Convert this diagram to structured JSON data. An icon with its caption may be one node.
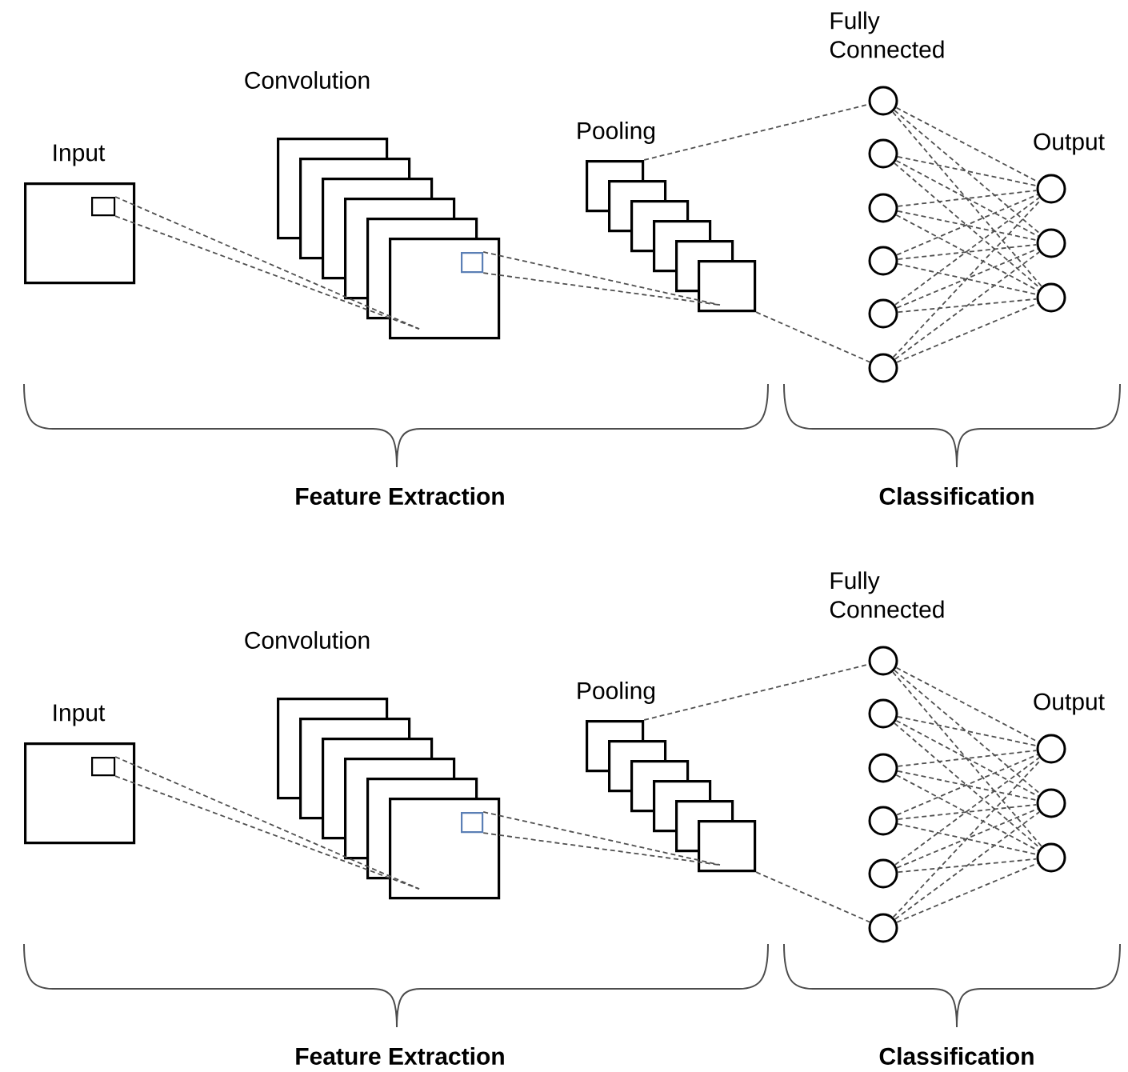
{
  "diagram": {
    "nodes": [
      {
        "text": [
          "Input"
        ]
      },
      {
        "text": [],
        "shape": "box",
        "in": 0
      },
      {
        "text": [
          "Convolution"
        ]
      },
      {
        "text": [],
        "shape": "box"
      },
      {
        "text": [],
        "shape": "box"
      },
      {
        "text": [],
        "shape": "box"
      },
      {
        "text": [],
        "shape": "box"
      },
      {
        "text": [],
        "shape": "box"
      },
      {
        "text": [],
        "shape": "box",
        "in": 7
      },
      {
        "text": [
          "Pooling"
        ]
      },
      {
        "text": [],
        "shape": "box"
      },
      {
        "text": [],
        "shape": "box"
      },
      {
        "text": [],
        "shape": "box"
      },
      {
        "text": [],
        "shape": "box"
      },
      {
        "text": [],
        "shape": "box"
      },
      {
        "text": [
          "Fully Connected"
        ]
      },
      {
        "text": [],
        "shape": "circle"
      },
      {
        "text": [],
        "shape": "circle"
      },
      {
        "text": [],
        "shape": "circle"
      },
      {
        "text": [],
        "shape": "circle"
      },
      {
        "text": [],
        "shape": "circle"
      },
      {
        "text": [
          "Output"
        ]
      },
      {
        "text": [],
        "shape": "circle"
      },
      {
        "text": [],
        "shape": "circle"
      },
      {
        "text": [
          "Input"
        ]
      },
      {
        "text": [],
        "shape": "box",
        "in": 24
      },
      {
        "text": [
          "Convolution"
        ]
      },
      {
        "text": [],
        "shape": "box"
      },
      {
        "text": [],
        "shape": "box"
      },
      {
        "text": [],
        "shape": "box"
      },
      {
        "text": [],
        "shape": "box"
      },
      {
        "text": [],
        "shape": "box"
      },
      {
        "text": [],
        "shape": "box",
        "in": 31
      },
      {
        "text": [
          "Pooling"
        ]
      },
      {
        "text": [],
        "shape": "box"
      },
      {
        "text": [],
        "shape": "box"
      },
      {
        "text": [],
        "shape": "box"
      },
      {
        "text": [],
        "shape": "box"
      },
      {
        "text": [],
        "shape": "box"
      },
      {
        "text": [
          "Fully Connected"
        ]
      },
      {
        "text": [],
        "shape": "circle"
      },
      {
        "text": [],
        "shape": "circle"
      },
      {
        "text": [],
        "shape": "circle"
      },
      {
        "text": [],
        "shape": "circle"
      },
      {
        "text": [],
        "shape": "circle"
      },
      {
        "text": [
          "Output"
        ]
      },
      {
        "text": [],
        "shape": "circle"
      },
      {
        "text": [],
        "shape": "circle"
      }
    ],
    "edges": [
      {
        "from": 1,
        "to": 7,
        "arrow": "none",
        "style": "dashed"
      },
      {
        "from": 1,
        "to": 7,
        "arrow": "none",
        "style": "dashed"
      },
      {
        "from": 8,
        "to": 14,
        "arrow": "none",
        "style": "dashed"
      },
      {
        "from": 8,
        "to": 14,
        "arrow": "none",
        "style": "dashed"
      },
      {
        "from": 9,
        "to": 15,
        "arrow": "none",
        "style": "dashed"
      },
      {
        "from": 14,
        "to": 20,
        "arrow": "none",
        "style": "dashed"
      },
      {
        "from": 15,
        "to": 21,
        "arrow": "none",
        "style": "dashed"
      },
      {
        "from": 15,
        "to": 22,
        "arrow": "none",
        "style": "dashed"
      },
      {
        "from": 15,
        "to": 23,
        "arrow": "none",
        "style": "dashed"
      },
      {
        "from": 16,
        "to": 21,
        "arrow": "none",
        "style": "dashed"
      },
      {
        "from": 16,
        "to": 22,
        "arrow": "none",
        "style": "dashed"
      },
      {
        "from": 16,
        "to": 23,
        "arrow": "none",
        "style": "dashed"
      },
      {
        "from": 17,
        "to": 21,
        "arrow": "none",
        "style": "dashed"
      },
      {
        "from": 17,
        "to": 22,
        "arrow": "none",
        "style": "dashed"
      },
      {
        "from": 17,
        "to": 23,
        "arrow": "none",
        "style": "dashed"
      },
      {
        "from": 18,
        "to": 21,
        "arrow": "none",
        "style": "dashed"
      },
      {
        "from": 18,
        "to": 22,
        "arrow": "none",
        "style": "dashed"
      },
      {
        "from": 18,
        "to": 23,
        "arrow": "none",
        "style": "dashed"
      },
      {
        "from": 19,
        "to": 21,
        "arrow": "none",
        "style": "dashed"
      },
      {
        "from": 19,
        "to": 22,
        "arrow": "none",
        "style": "dashed"
      },
      {
        "from": 19,
        "to": 23,
        "arrow": "none",
        "style": "dashed"
      },
      {
        "from": 20,
        "to": 21,
        "arrow": "none",
        "style": "dashed"
      },
      {
        "from": 20,
        "to": 22,
        "arrow": "none",
        "style": "dashed"
      },
      {
        "from": 20,
        "to": 23,
        "arrow": "none",
        "style": "dashed"
      },
      {
        "from": 25,
        "to": 31,
        "arrow": "none",
        "style": "dashed"
      },
      {
        "from": 25,
        "to": 31,
        "arrow": "none",
        "style": "dashed"
      },
      {
        "from": 32,
        "to": 38,
        "arrow": "none",
        "style": "dashed"
      },
      {
        "from": 32,
        "to": 38,
        "arrow": "none",
        "style": "dashed"
      },
      {
        "from": 33,
        "to": 39,
        "arrow": "none",
        "style": "dashed"
      },
      {
        "from": 38,
        "to": 44,
        "arrow": "none",
        "style": "dashed"
      },
      {
        "from": 39,
        "to": 45,
        "arrow": "none",
        "style": "dashed"
      },
      {
        "from": 39,
        "to": 46,
        "arrow": "none",
        "style": "dashed"
      },
      {
        "from": 39,
        "to": 47,
        "arrow": "none",
        "style": "dashed"
      },
      {
        "from": 40,
        "to": 45,
        "arrow": "none",
        "style": "dashed"
      },
      {
        "from": 40,
        "to": 46,
        "arrow": "none",
        "style": "dashed"
      },
      {
        "from": 40,
        "to": 47,
        "arrow": "none",
        "style": "dashed"
      },
      {
        "from": 41,
        "to": 45,
        "arrow": "none",
        "style": "dashed"
      },
      {
        "from": 41,
        "to": 46,
        "arrow": "none",
        "style": "dashed"
      },
      {
        "from": 41,
        "to": 47,
        "arrow": "none",
        "style": "dashed"
      },
      {
        "from": 42,
        "to": 45,
        "arrow": "none",
        "style": "dashed"
      },
      {
        "from": 42,
        "to": 46,
        "arrow": "none",
        "style": "dashed"
      },
      {
        "from": 42,
        "to": 47,
        "arrow": "none",
        "style": "dashed"
      },
      {
        "from": 43,
        "to": 45,
        "arrow": "none",
        "style": "dashed"
      },
      {
        "from": 43,
        "to": 46,
        "arrow": "none",
        "style": "dashed"
      },
      {
        "from": 43,
        "to": 47,
        "arrow": "none",
        "style": "dashed"
      },
      {
        "from": 44,
        "to": 45,
        "arrow": "none",
        "style": "dashed"
      },
      {
        "from": 44,
        "to": 46,
        "arrow": "none",
        "style": "dashed"
      },
      {
        "from": 44,
        "to": 47,
        "arrow": "none",
        "style": "dashed"
      }
    ],
    "labels": [
      "Feature Extraction",
      "Classification",
      "Feature Extraction",
      "Classification"
    ]
  }
}
